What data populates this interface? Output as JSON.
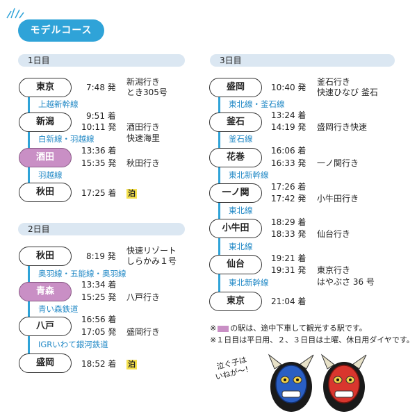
{
  "title": "モデルコース",
  "day1": {
    "header": "1日目",
    "stations": [
      {
        "name": "東京",
        "time": "7:48 発",
        "dest": "新潟行き",
        "dest2": "とき305号"
      },
      {
        "name": "新潟",
        "time1": "9:51 着",
        "time2": "10:11 発",
        "dest": "酒田行き",
        "dest2": "快速海里"
      },
      {
        "name": "酒田",
        "time1": "13:36 着",
        "time2": "15:35 発",
        "dest": "秋田行き"
      },
      {
        "name": "秋田",
        "time": "17:25 着",
        "stay": "泊"
      }
    ],
    "lines": [
      "上越新幹線",
      "白新線・羽越線",
      "羽越線"
    ]
  },
  "day2": {
    "header": "2日目",
    "stations": [
      {
        "name": "秋田",
        "time": "8:19 発",
        "dest": "快速リゾート",
        "dest2": "しらかみ１号"
      },
      {
        "name": "青森",
        "time1": "13:34 着",
        "time2": "15:25 発",
        "dest": "八戸行き"
      },
      {
        "name": "八戸",
        "time1": "16:56 着",
        "time2": "17:05 発",
        "dest": "盛岡行き"
      },
      {
        "name": "盛岡",
        "time": "18:52 着",
        "stay": "泊"
      }
    ],
    "lines": [
      "奥羽線・五能線・奥羽線",
      "青い森鉄道",
      "IGRいわて銀河鉄道"
    ]
  },
  "day3": {
    "header": "3日目",
    "stations": [
      {
        "name": "盛岡",
        "time": "10:40 発",
        "dest": "釜石行き",
        "dest2": "快速ひなび 釜石"
      },
      {
        "name": "釜石",
        "time1": "13:24 着",
        "time2": "14:19 発",
        "dest": "盛岡行き快速"
      },
      {
        "name": "花巻",
        "time1": "16:06 着",
        "time2": "16:33 発",
        "dest": "一ノ関行き"
      },
      {
        "name": "一ノ関",
        "time1": "17:26 着",
        "time2": "17:42 発",
        "dest": "小牛田行き"
      },
      {
        "name": "小牛田",
        "time1": "18:29 着",
        "time2": "18:33 発",
        "dest": "仙台行き"
      },
      {
        "name": "仙台",
        "time1": "19:21 着",
        "time2": "19:31 発",
        "dest": "東京行き",
        "dest2": "はやぶさ 36 号"
      },
      {
        "name": "東京",
        "time": "21:04 着"
      }
    ],
    "lines": [
      "東北線・釜石線",
      "釜石線",
      "東北新幹線",
      "東北線",
      "東北線",
      "東北新幹線"
    ]
  },
  "notes": {
    "n1_prefix": "※",
    "n1_suffix": "の駅は、途中下車して観光する駅です。",
    "n2": "※１日目は平日用、２、３日目は土曜、休日用ダイヤです。"
  },
  "bubble": {
    "line1": "泣ぐ子は",
    "line2": "いねが～！"
  },
  "colors": {
    "accent": "#2fa3d8",
    "highlight_station": "#c98fc5",
    "stay_badge": "#f4e04d",
    "header_bg": "#dbe7f2"
  }
}
